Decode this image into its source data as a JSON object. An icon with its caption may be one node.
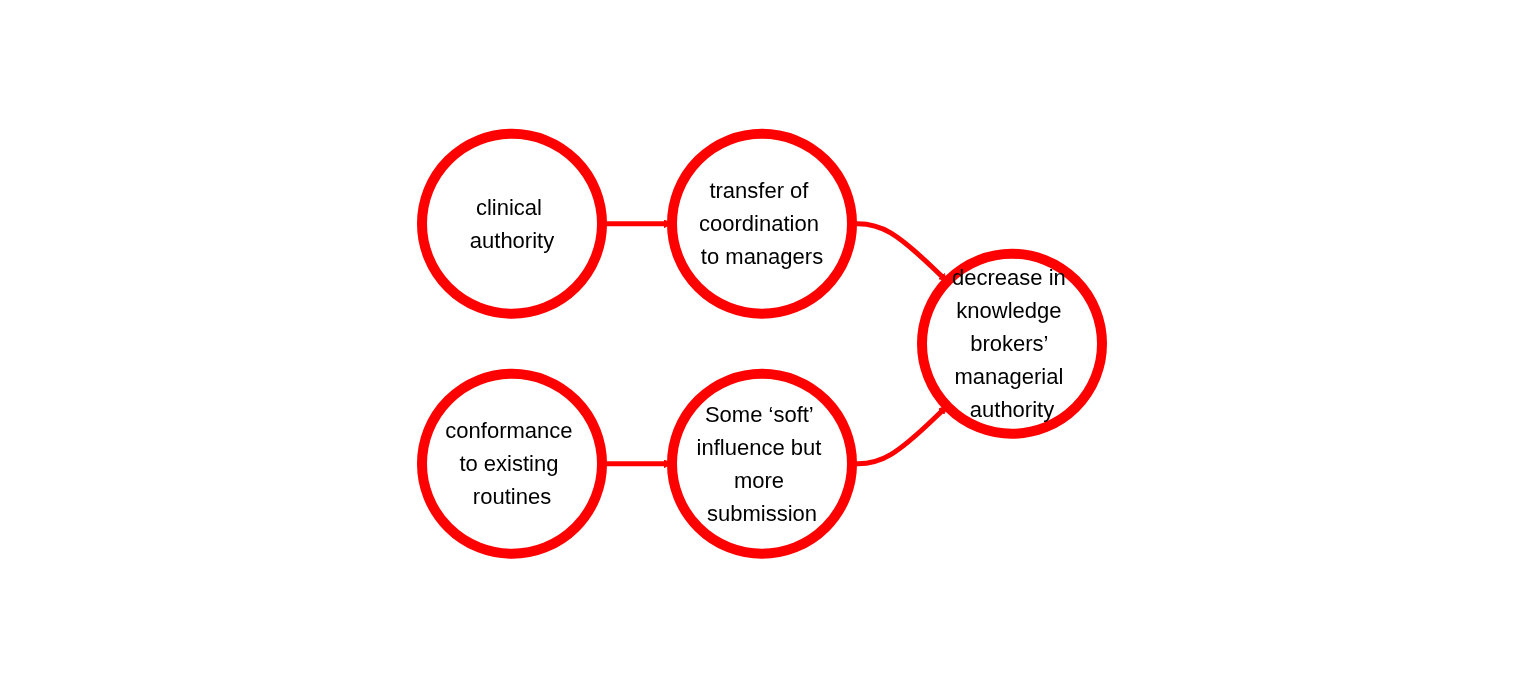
{
  "diagram": {
    "nodes": [
      {
        "text": [
          "clinical authority"
        ]
      },
      {
        "text": [
          "transfer of coordination to managers"
        ]
      },
      {
        "text": [
          "decrease in knowledge brokers’ managerial authority"
        ]
      },
      {
        "text": [
          "Some ‘soft’ influence but more submission"
        ]
      },
      {
        "text": [
          "conformance to existing routines"
        ]
      }
    ],
    "edges": [
      {
        "from": 0,
        "to": 1,
        "arrow": "to"
      },
      {
        "from": 1,
        "to": 2,
        "arrow": "to"
      },
      {
        "from": 3,
        "to": 2,
        "arrow": "to"
      },
      {
        "from": 4,
        "to": 3,
        "arrow": "to"
      }
    ]
  }
}
